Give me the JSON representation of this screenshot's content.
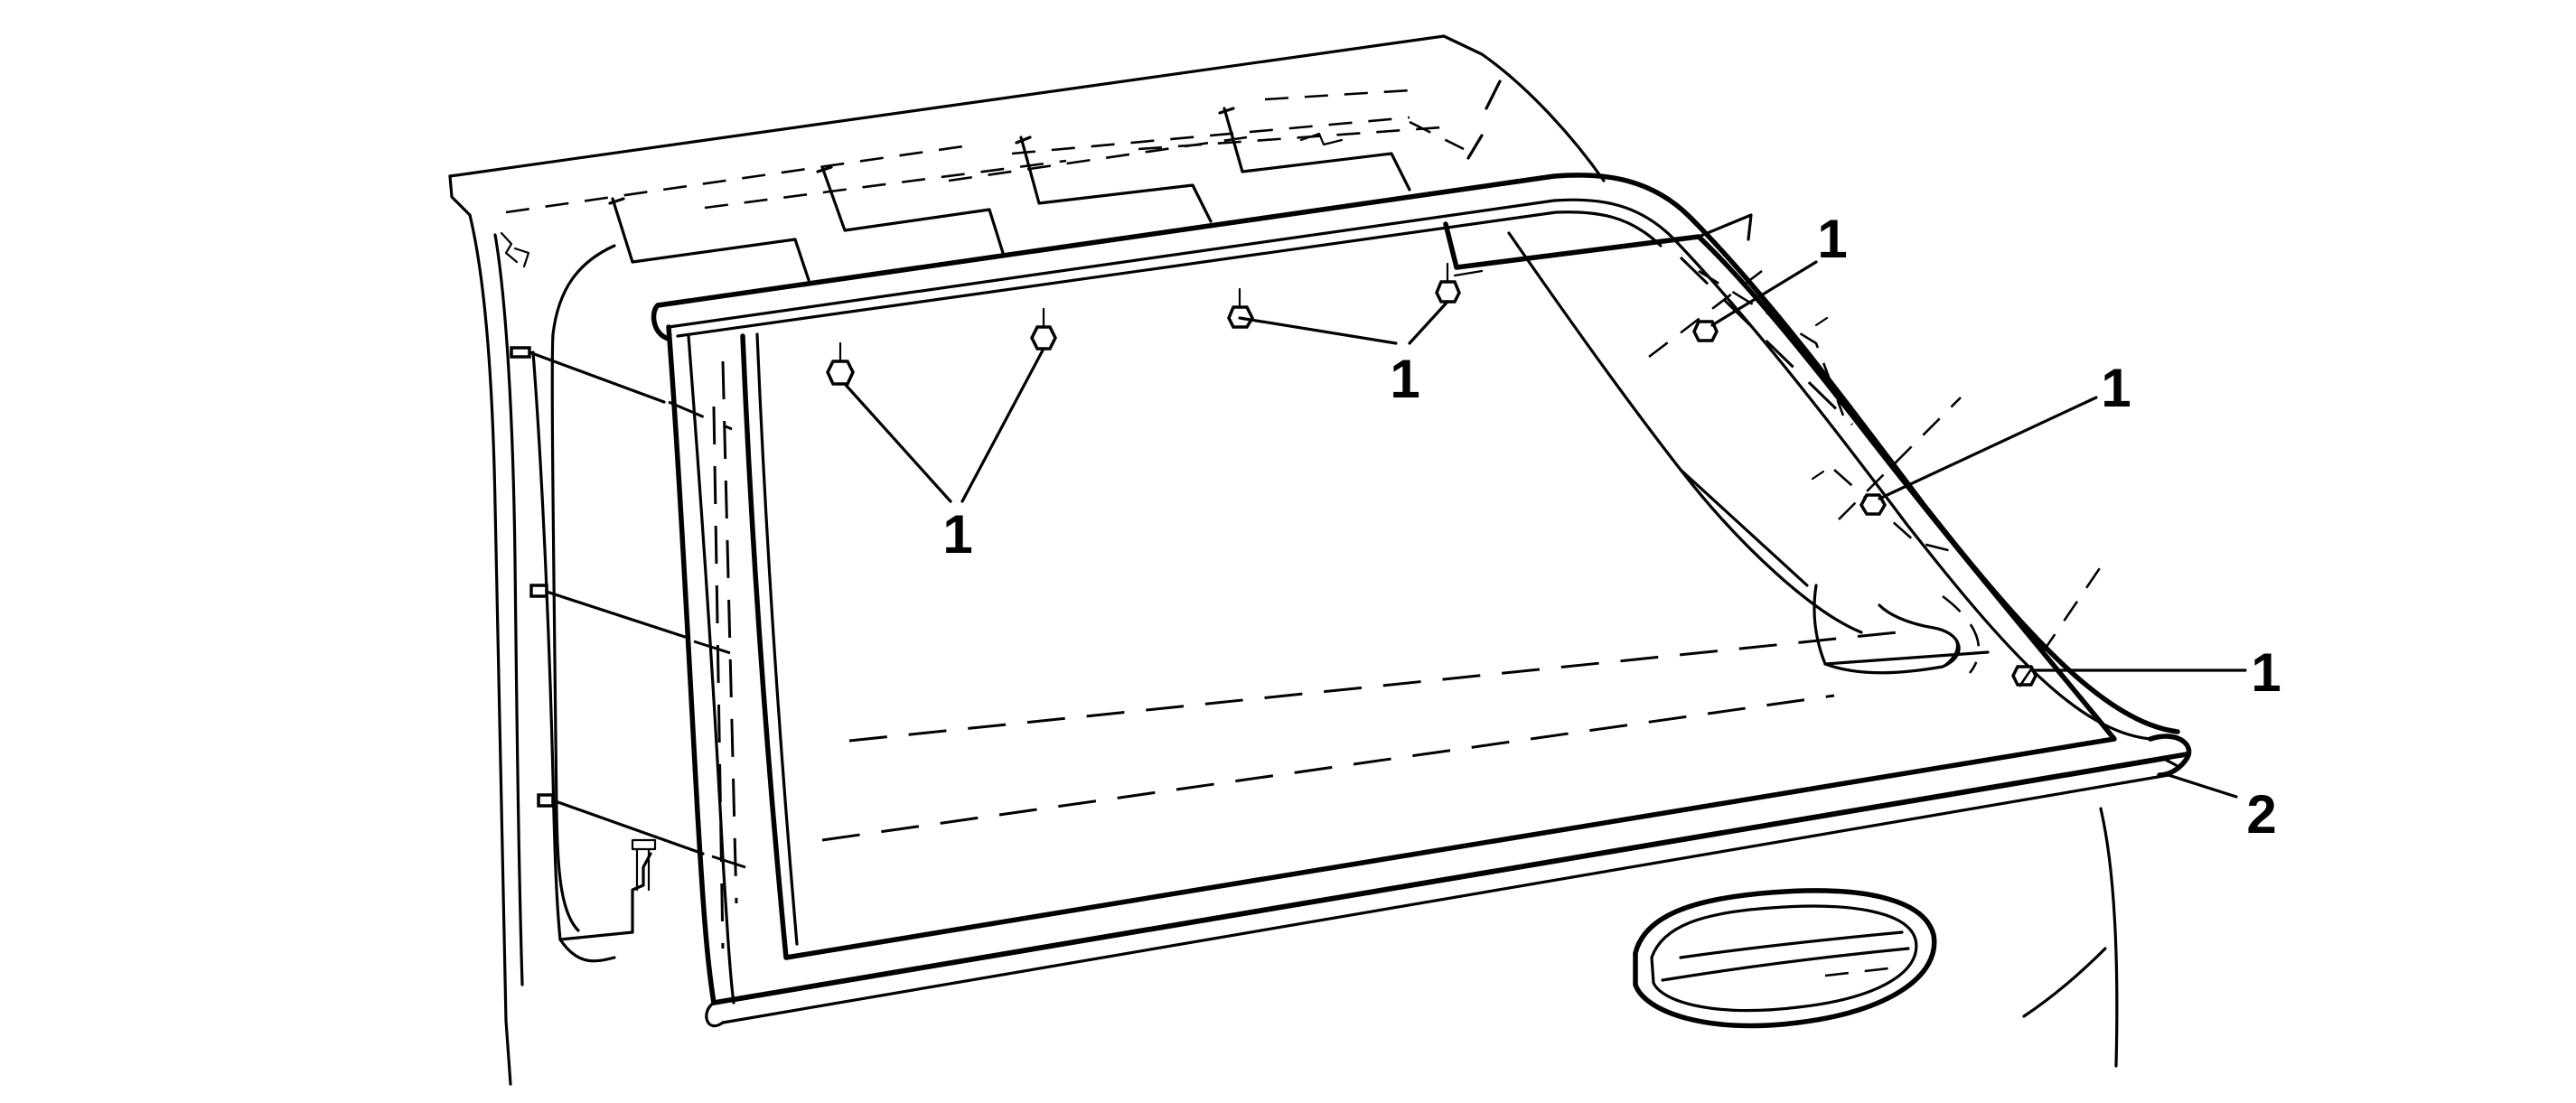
{
  "diagram": {
    "callouts": [
      {
        "id": "callout-1a",
        "label": "1"
      },
      {
        "id": "callout-1b",
        "label": "1"
      },
      {
        "id": "callout-1c",
        "label": "1"
      },
      {
        "id": "callout-1d",
        "label": "1"
      },
      {
        "id": "callout-1e",
        "label": "1"
      },
      {
        "id": "callout-2",
        "label": "2"
      }
    ]
  }
}
